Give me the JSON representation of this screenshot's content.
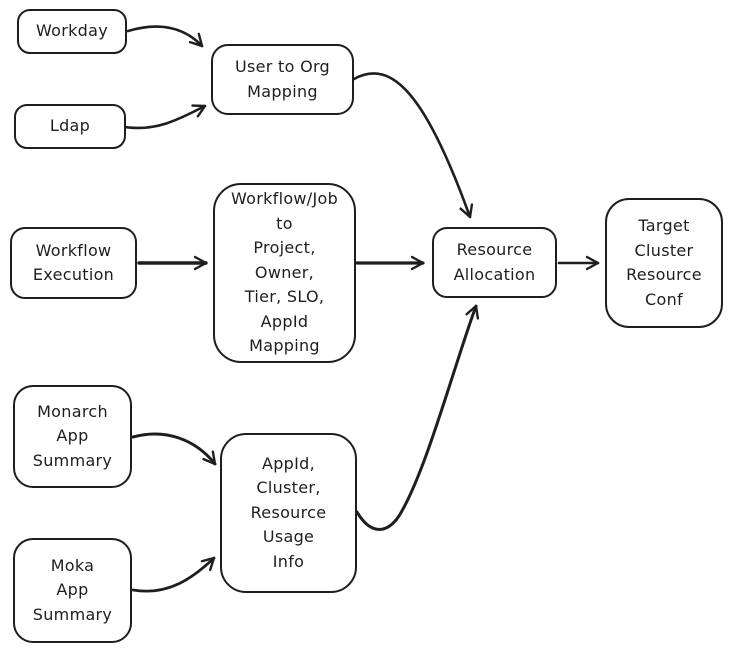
{
  "diagram": {
    "background": "#ffffff",
    "stroke_color": "#1e1e1e",
    "nodes": [
      {
        "id": "workday",
        "label": "Workday"
      },
      {
        "id": "ldap",
        "label": "Ldap"
      },
      {
        "id": "user-org-mapping",
        "label": "User to Org\nMapping"
      },
      {
        "id": "workflow-execution",
        "label": "Workflow\nExecution"
      },
      {
        "id": "workflow-job-mapping",
        "label": "Workflow/Job\nto\nProject,\nOwner,\nTier, SLO,\nAppId\nMapping"
      },
      {
        "id": "resource-allocation",
        "label": "Resource\nAllocation"
      },
      {
        "id": "target-cluster-conf",
        "label": "Target\nCluster\nResource\nConf"
      },
      {
        "id": "monarch-app-summary",
        "label": "Monarch\nApp\nSummary"
      },
      {
        "id": "moka-app-summary",
        "label": "Moka\nApp\nSummary"
      },
      {
        "id": "appid-usage-info",
        "label": "AppId,\nCluster,\nResource\nUsage\nInfo"
      }
    ],
    "edges": [
      {
        "from": "workday",
        "to": "user-org-mapping"
      },
      {
        "from": "ldap",
        "to": "user-org-mapping"
      },
      {
        "from": "user-org-mapping",
        "to": "resource-allocation"
      },
      {
        "from": "workflow-execution",
        "to": "workflow-job-mapping"
      },
      {
        "from": "workflow-job-mapping",
        "to": "resource-allocation"
      },
      {
        "from": "monarch-app-summary",
        "to": "appid-usage-info"
      },
      {
        "from": "moka-app-summary",
        "to": "appid-usage-info"
      },
      {
        "from": "appid-usage-info",
        "to": "resource-allocation"
      },
      {
        "from": "resource-allocation",
        "to": "target-cluster-conf"
      }
    ]
  }
}
